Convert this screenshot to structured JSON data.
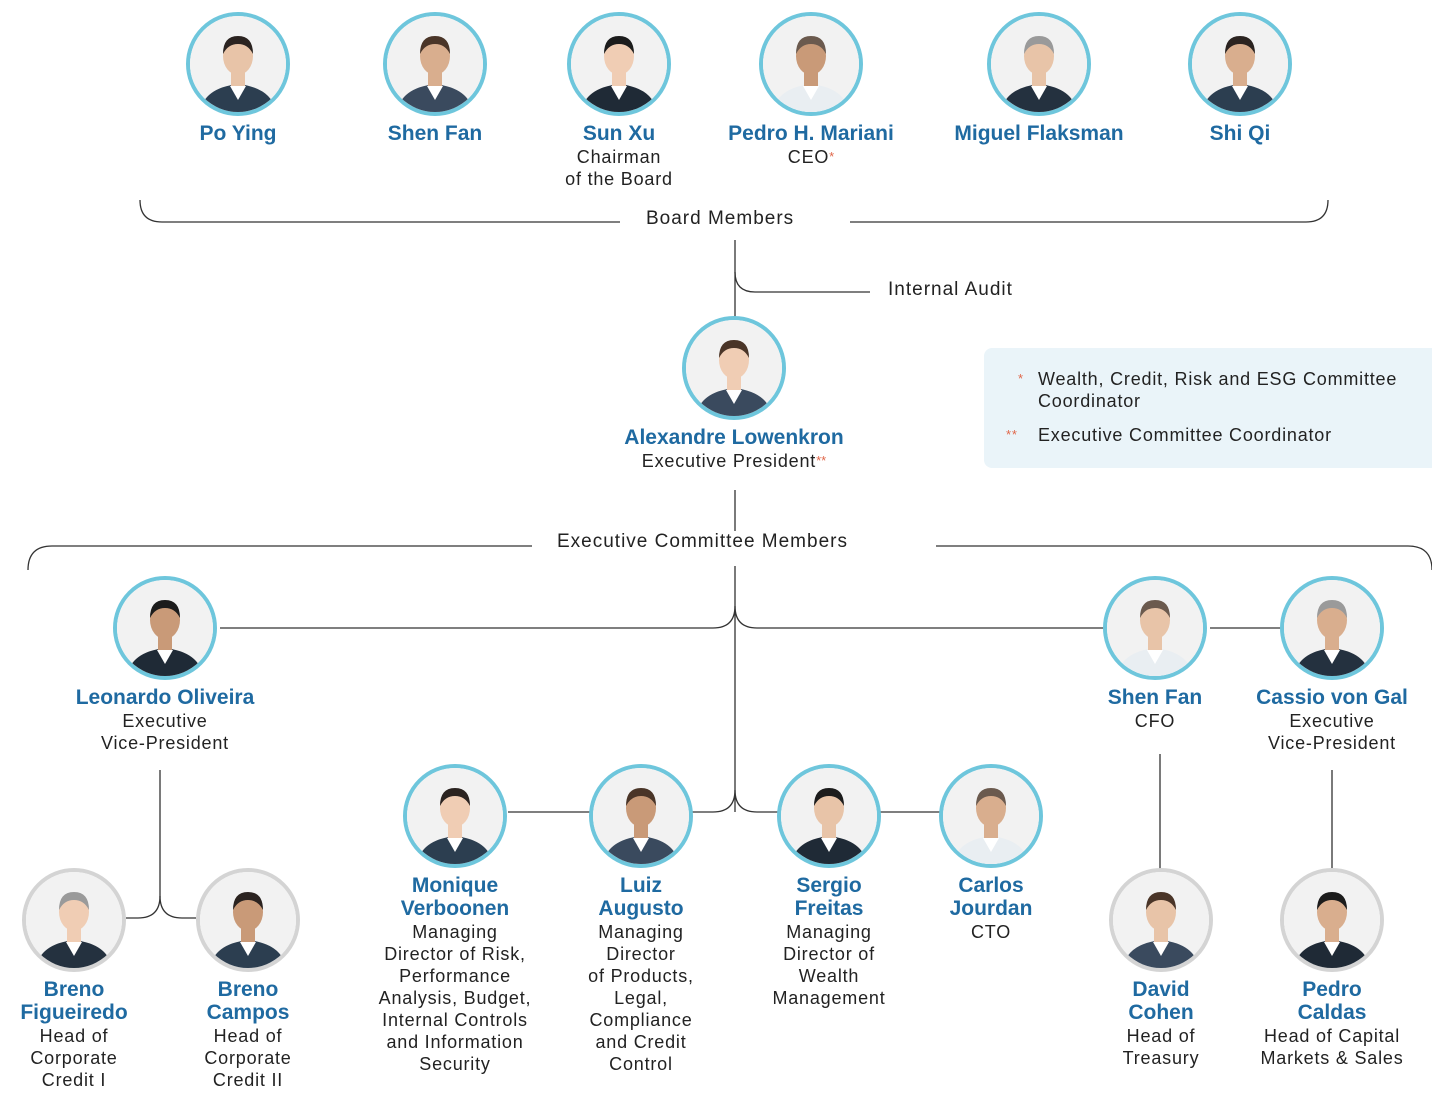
{
  "board": {
    "label": "Board Members",
    "members": [
      {
        "name": "Po Ying",
        "role": ""
      },
      {
        "name": "Shen Fan",
        "role": ""
      },
      {
        "name": "Sun Xu",
        "role": "Chairman\nof the Board"
      },
      {
        "name": "Pedro H. Mariani",
        "role": "CEO",
        "mark": "*"
      },
      {
        "name": "Miguel Flaksman",
        "role": ""
      },
      {
        "name": "Shi Qi",
        "role": ""
      }
    ]
  },
  "internal_audit": "Internal Audit",
  "president": {
    "name": "Alexandre Lowenkron",
    "role": "Executive President",
    "mark": "**"
  },
  "legend": [
    {
      "mark": "*",
      "text": "Wealth, Credit, Risk and ESG Committee Coordinator"
    },
    {
      "mark": "**",
      "text": "Executive Committee Coordinator"
    }
  ],
  "executive_committee": {
    "label": "Executive Committee Members",
    "members": [
      {
        "name": "Leonardo Oliveira",
        "role": "Executive\nVice-President"
      },
      {
        "name": "Shen Fan",
        "role": "CFO"
      },
      {
        "name": "Cassio von Gal",
        "role": "Executive\nVice-President"
      },
      {
        "name": "Monique\nVerboonen",
        "role": "Managing\nDirector of Risk,\nPerformance\nAnalysis, Budget,\nInternal Controls\nand Information\nSecurity"
      },
      {
        "name": "Luiz\nAugusto",
        "role": "Managing\nDirector\nof Products,\nLegal,\nCompliance\nand Credit\nControl"
      },
      {
        "name": "Sergio\nFreitas",
        "role": "Managing\nDirector of\nWealth\nManagement"
      },
      {
        "name": "Carlos\nJourdan",
        "role": "CTO"
      }
    ]
  },
  "reports": [
    {
      "name": "Breno\nFigueiredo",
      "role": "Head of\nCorporate\nCredit I"
    },
    {
      "name": "Breno\nCampos",
      "role": "Head of\nCorporate\nCredit II"
    },
    {
      "name": "David\nCohen",
      "role": "Head of\nTreasury"
    },
    {
      "name": "Pedro\nCaldas",
      "role": "Head of Capital\nMarkets & Sales"
    }
  ],
  "colors": {
    "name": "#1f6aa1",
    "ring": "#6ec6dc",
    "ring_gray": "#d4d4d4",
    "asterisk": "#e0674a",
    "legend_bg": "#eaf4f9",
    "line": "#333333"
  }
}
